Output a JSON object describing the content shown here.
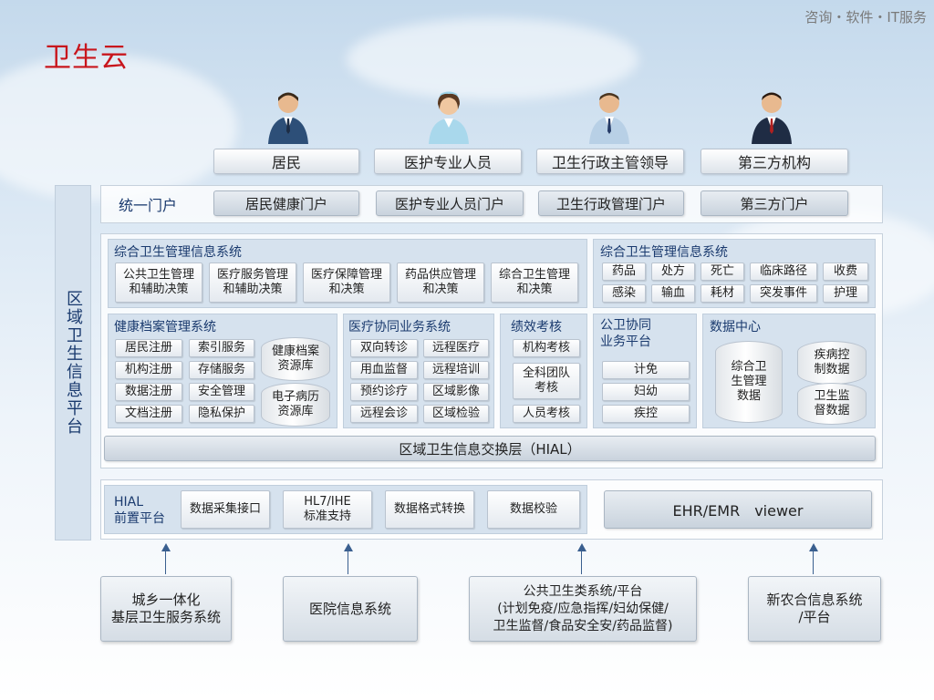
{
  "header": {
    "tagline": "咨询・软件・IT服务",
    "title": "卫生云"
  },
  "roles": [
    "居民",
    "医护专业人员",
    "卫生行政主管领导",
    "第三方机构"
  ],
  "side_label": "区域卫生信息平台",
  "portal": {
    "label": "统一门户",
    "items": [
      "居民健康门户",
      "医护专业人员门户",
      "卫生行政管理门户",
      "第三方门户"
    ]
  },
  "mgmt_left": {
    "title": "综合卫生管理信息系统",
    "items": [
      "公共卫生管理\n和辅助决策",
      "医疗服务管理\n和辅助决策",
      "医疗保障管理\n和决策",
      "药品供应管理\n和决策",
      "综合卫生管理\n和决策"
    ]
  },
  "mgmt_right": {
    "title": "综合卫生管理信息系统",
    "row1": [
      "药品",
      "处方",
      "死亡",
      "临床路径",
      "收费"
    ],
    "row2": [
      "感染",
      "输血",
      "耗材",
      "突发事件",
      "护理"
    ]
  },
  "health_records": {
    "title": "健康档案管理系统",
    "col1": [
      "居民注册",
      "机构注册",
      "数据注册",
      "文档注册"
    ],
    "col2": [
      "索引服务",
      "存储服务",
      "安全管理",
      "隐私保护"
    ],
    "db1": "健康档案\n资源库",
    "db2": "电子病历\n资源库"
  },
  "medical_collab": {
    "title": "医疗协同业务系统",
    "col1": [
      "双向转诊",
      "用血监督",
      "预约诊疗",
      "远程会诊"
    ],
    "col2": [
      "远程医疗",
      "远程培训",
      "区域影像",
      "区域检验"
    ]
  },
  "performance": {
    "title": "绩效考核",
    "items": [
      "机构考核",
      "全科团队\n考核",
      "人员考核"
    ]
  },
  "public_health": {
    "title": "公卫协同\n业务平台",
    "items": [
      "计免",
      "妇幼",
      "疾控"
    ]
  },
  "data_center": {
    "title": "数据中心",
    "db_main": "综合卫\n生管理\n数据",
    "db2": "疾病控\n制数据",
    "db3": "卫生监\n督数据"
  },
  "hial_bar": "区域卫生信息交换层（HIAL）",
  "frontend": {
    "label": "HIAL\n前置平台",
    "items": [
      "数据采集接口",
      "HL7/IHE\n标准支持",
      "数据格式转换",
      "数据校验"
    ],
    "viewer": "EHR/EMR　viewer"
  },
  "sources": [
    "城乡一体化\n基层卫生服务系统",
    "医院信息系统",
    "公共卫生类系统/平台\n(计划免疫/应急指挥/妇幼保健/\n卫生监督/食品安全安/药品监督)",
    "新农合信息系统\n/平台"
  ],
  "colors": {
    "title": "#c8161d",
    "section_text": "#1a3a6e",
    "panel_bg": "#d6e2ee"
  }
}
